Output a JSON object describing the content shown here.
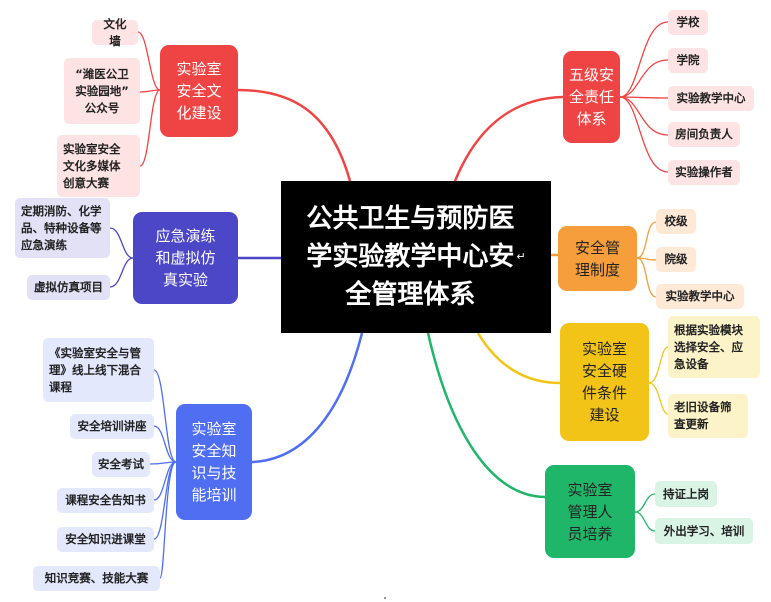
{
  "center_title": "公共卫生与预防医\n学实验教学中心安\n全管理体系",
  "center_mark": "↵",
  "branches": [
    {
      "id": "culture",
      "label": "实验室\n安全文\n化建设",
      "color": "#ef4444",
      "leaves": [
        "文化墙",
        "“潍医公卫\n实验园地”\n公众号",
        "实验室安全\n文化多媒体\n创意大赛"
      ]
    },
    {
      "id": "drill",
      "label": "应急演练\n和虚拟仿\n真实验",
      "color": "#4b47c7",
      "leaves": [
        "定期消防、化学\n品、特种设备等\n应急演练",
        "虚拟仿真项目"
      ]
    },
    {
      "id": "training",
      "label": "实验室\n安全知\n识与技\n能培训",
      "color": "#4f6ef2",
      "leaves": [
        "《实验室安全与管\n理》线上线下混合\n课程",
        "安全培训讲座",
        "安全考试",
        "课程安全告知书",
        "安全知识进课堂",
        "知识竞赛、技能大赛"
      ]
    },
    {
      "id": "five",
      "label": "五级安\n全责任\n体系",
      "color": "#ef4444",
      "leaves": [
        "学校",
        "学院",
        "实验教学中心",
        "房间负责人",
        "实验操作者"
      ]
    },
    {
      "id": "system",
      "label": "安全管\n理制度",
      "color": "#f59e3b",
      "leaves": [
        "校级",
        "院级",
        "实验教学中心"
      ]
    },
    {
      "id": "hardware",
      "label": "实验室\n安全硬\n件条件\n建设",
      "color": "#f2c417",
      "leaves": [
        "根据实验模块\n选择安全、应\n急设备",
        "老旧设备筛\n查更新"
      ]
    },
    {
      "id": "staff",
      "label": "实验室\n管理人\n员培养",
      "color": "#1fb66a",
      "leaves": [
        "持证上岗",
        "外出学习、培训"
      ]
    }
  ]
}
